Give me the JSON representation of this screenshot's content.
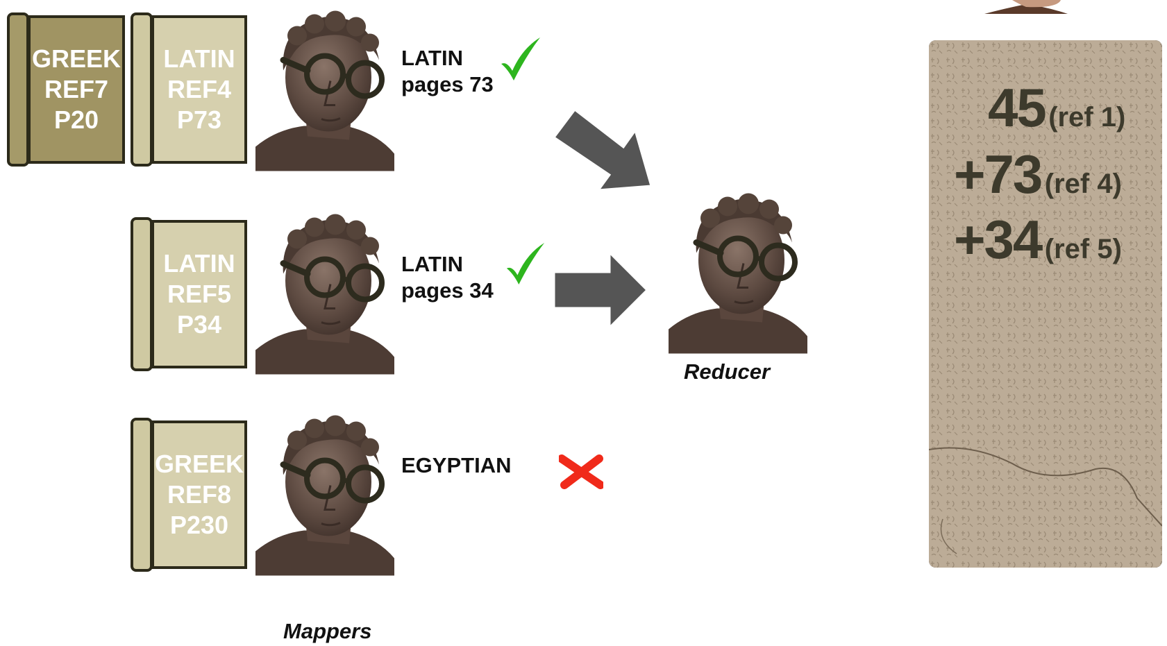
{
  "books": [
    {
      "lines": [
        "GREEK",
        "REF7",
        "P20"
      ],
      "shade": "dark"
    },
    {
      "lines": [
        "LATIN",
        "REF4",
        "P73"
      ],
      "shade": "light"
    },
    {
      "lines": [
        "LATIN",
        "REF5",
        "P34"
      ],
      "shade": "light"
    },
    {
      "lines": [
        "GREEK",
        "REF8",
        "P230"
      ],
      "shade": "light"
    }
  ],
  "mappers": [
    {
      "line1": "LATIN",
      "line2": "pages 73",
      "status": "check"
    },
    {
      "line1": "LATIN",
      "line2": "pages 34",
      "status": "check"
    },
    {
      "line1": "EGYPTIAN",
      "line2": "",
      "status": "cross"
    }
  ],
  "captions": {
    "mappers": "Mappers",
    "reducer": "Reducer"
  },
  "tablet": {
    "rows": [
      {
        "num": "45",
        "ref": "(ref 1)"
      },
      {
        "num": "+73",
        "ref": "(ref 4)"
      },
      {
        "num": "+34",
        "ref": "(ref 5)"
      }
    ]
  },
  "colors": {
    "check": "#2db51e",
    "cross": "#f02a1a",
    "arrow": "#555555",
    "book_light": "#d6d0ae",
    "book_dark": "#a09463",
    "book_border": "#2c2a1a",
    "tablet": "#b7a690",
    "tablet_text": "#3d3a2c"
  },
  "icons": {
    "mapper": "bust-with-glasses-icon",
    "reducer": "bust-with-glasses-icon",
    "check": "check-icon",
    "cross": "cross-icon",
    "arrow": "arrow-right-icon"
  }
}
